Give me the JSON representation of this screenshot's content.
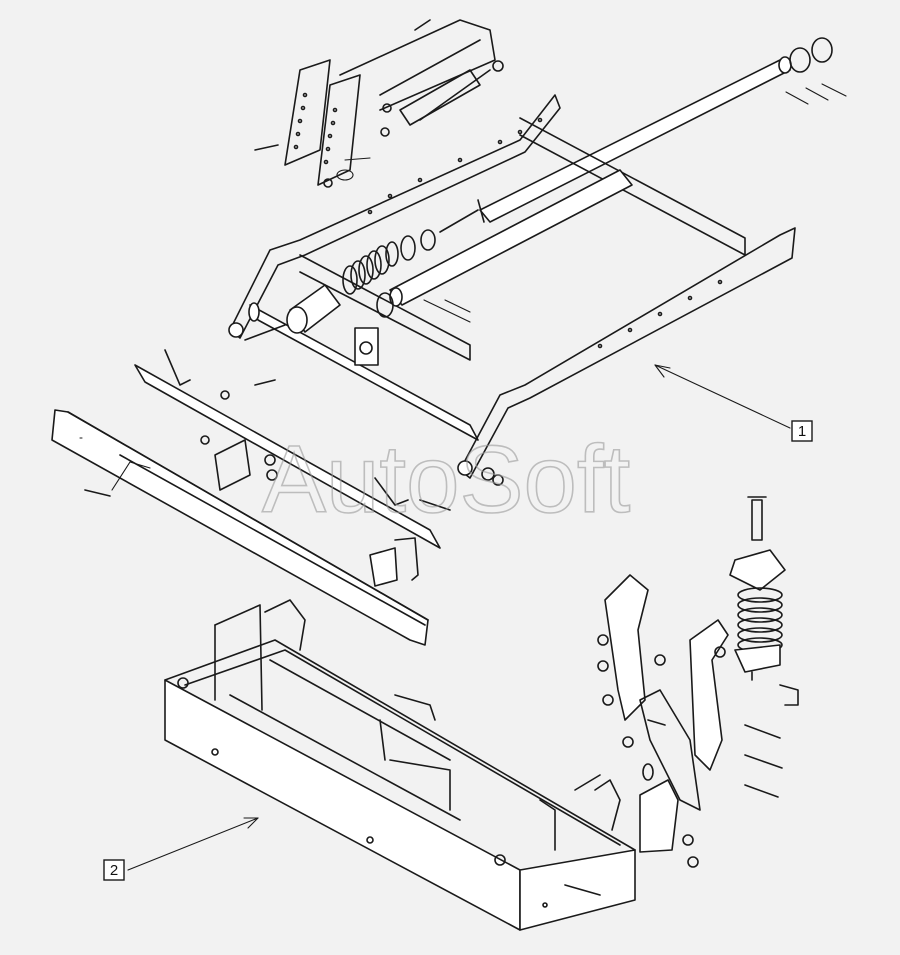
{
  "watermark": "AutoSoft",
  "callouts": [
    {
      "id": "1",
      "label": "1"
    },
    {
      "id": "2",
      "label": "2"
    }
  ],
  "colors": {
    "background": "#f2f2f2",
    "line": "#1a1a1a",
    "watermark": "#9a9a9a"
  }
}
